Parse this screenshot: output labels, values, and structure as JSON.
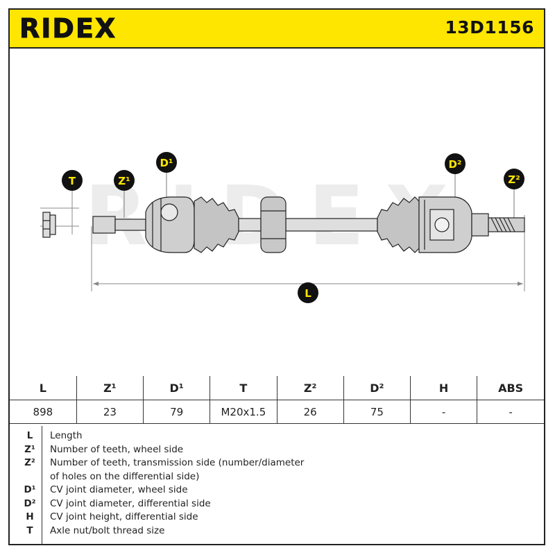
{
  "header": {
    "brand": "RIDEX",
    "part_number": "13D1156",
    "background_color": "#ffe600"
  },
  "diagram": {
    "watermark": "RIDEX",
    "callouts": {
      "T": "T",
      "Z1": "Z¹",
      "D1": "D¹",
      "D2": "D²",
      "Z2": "Z²",
      "L": "L"
    },
    "callout_color": "#ffe600"
  },
  "spec_table": {
    "headers": [
      "L",
      "Z¹",
      "D¹",
      "T",
      "Z²",
      "D²",
      "H",
      "ABS"
    ],
    "values": [
      "898",
      "23",
      "79",
      "M20x1.5",
      "26",
      "75",
      "-",
      "-"
    ]
  },
  "legend": [
    {
      "key": "L",
      "text": "Length"
    },
    {
      "key": "Z¹",
      "text": "Number of teeth, wheel side"
    },
    {
      "key": "Z²",
      "text": "Number of teeth, transmission side (number/diameter"
    },
    {
      "key": "",
      "text": "of holes on the differential side)"
    },
    {
      "key": "D¹",
      "text": "CV joint diameter, wheel side"
    },
    {
      "key": "D²",
      "text": "CV joint diameter, differential side"
    },
    {
      "key": "H",
      "text": "CV joint height, differential side"
    },
    {
      "key": "T",
      "text": "Axle nut/bolt thread size"
    }
  ]
}
